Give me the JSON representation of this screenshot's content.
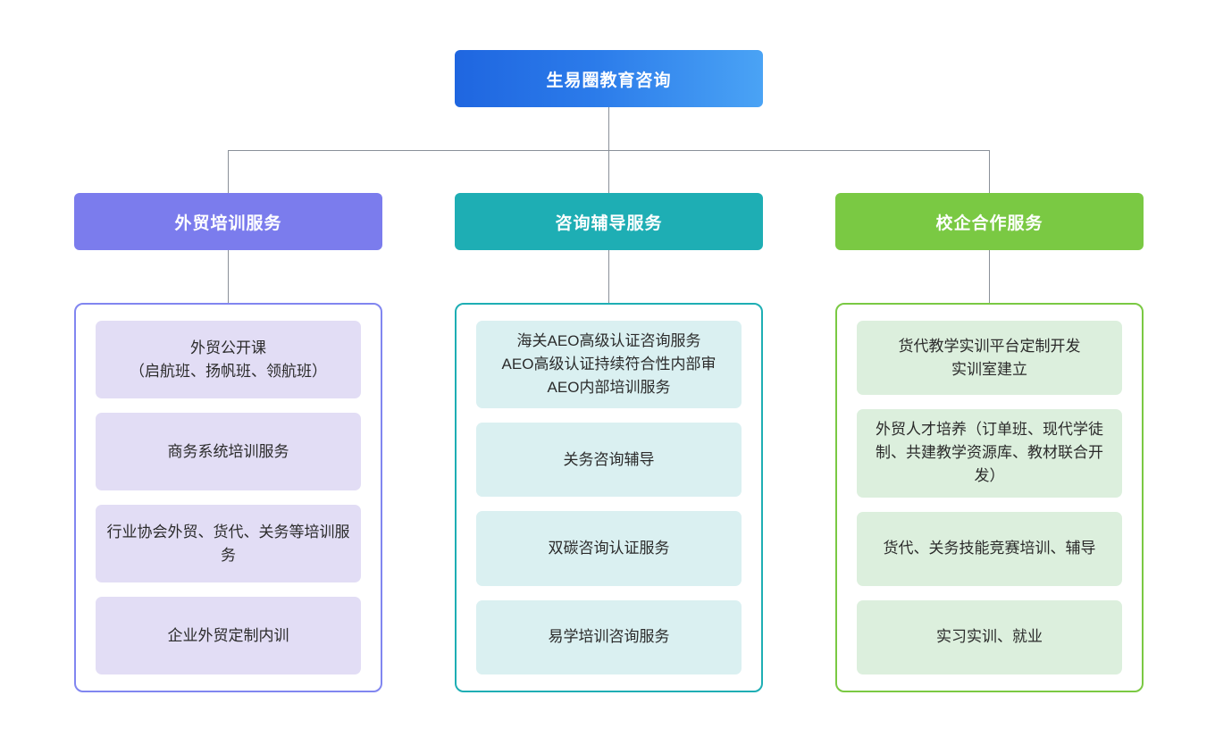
{
  "diagram": {
    "title": "生易圈教育咨询",
    "root": {
      "label": "生易圈教育咨询",
      "color": "#2b7bea",
      "gradient_from": "#1f66e0",
      "gradient_to": "#4aa3f5"
    },
    "branches": [
      {
        "header": "外贸培训服务",
        "color": "#7b7ced",
        "border_color": "#8186f0",
        "card_color": "#e2ddf5",
        "items": [
          {
            "label": "外贸公开课\n（启航班、扬帆班、领航班）"
          },
          {
            "label": "商务系统培训服务"
          },
          {
            "label": "行业协会外贸、货代、关务等培训服务"
          },
          {
            "label": "企业外贸定制内训"
          }
        ]
      },
      {
        "header": "咨询辅导服务",
        "color": "#1eaeb4",
        "border_color": "#1eaeb4",
        "card_color": "#daf0f1",
        "items": [
          {
            "label": "海关AEO高级认证咨询服务\nAEO高级认证持续符合性内部审\nAEO内部培训服务"
          },
          {
            "label": "关务咨询辅导"
          },
          {
            "label": "双碳咨询认证服务"
          },
          {
            "label": "易学培训咨询服务"
          }
        ]
      },
      {
        "header": "校企合作服务",
        "color": "#7ac943",
        "border_color": "#7ac943",
        "card_color": "#dcefdd",
        "items": [
          {
            "label": "货代教学实训平台定制开发\n实训室建立"
          },
          {
            "label": "外贸人才培养（订单班、现代学徒制、共建教学资源库、教材联合开发）"
          },
          {
            "label": "货代、关务技能竞赛培训、辅导"
          },
          {
            "label": "实习实训、就业"
          }
        ]
      }
    ],
    "connector_color": "#8a9099"
  }
}
